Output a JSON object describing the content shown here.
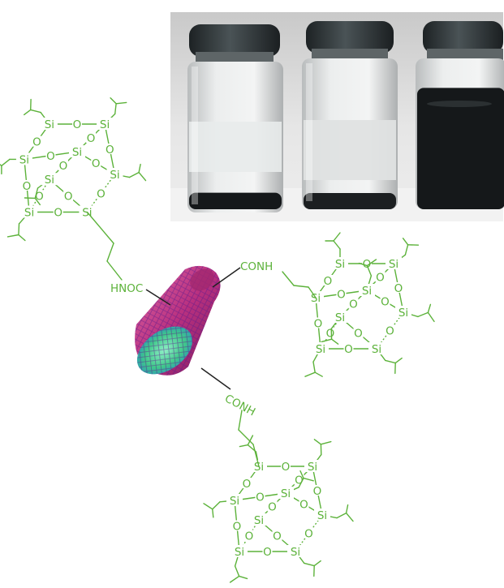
{
  "colors": {
    "molecule": "#5cb23a",
    "nanotube_body": "#c03a8c",
    "nanotube_end": "#3fc88a",
    "photo_background": "#ffffff",
    "vial_cap": "#2e3537",
    "dark_dispersion": "#15181a"
  },
  "labels": {
    "si": "Si",
    "o": "O",
    "amide_left": "HNOC",
    "amide_top": "CONH",
    "amide_bottom": "CONH"
  },
  "photo": {
    "vials": [
      {
        "name": "vial-1",
        "dark_fraction": 0.12
      },
      {
        "name": "vial-2",
        "dark_fraction": 0.1
      },
      {
        "name": "vial-3",
        "dark_fraction": 0.88
      }
    ]
  }
}
